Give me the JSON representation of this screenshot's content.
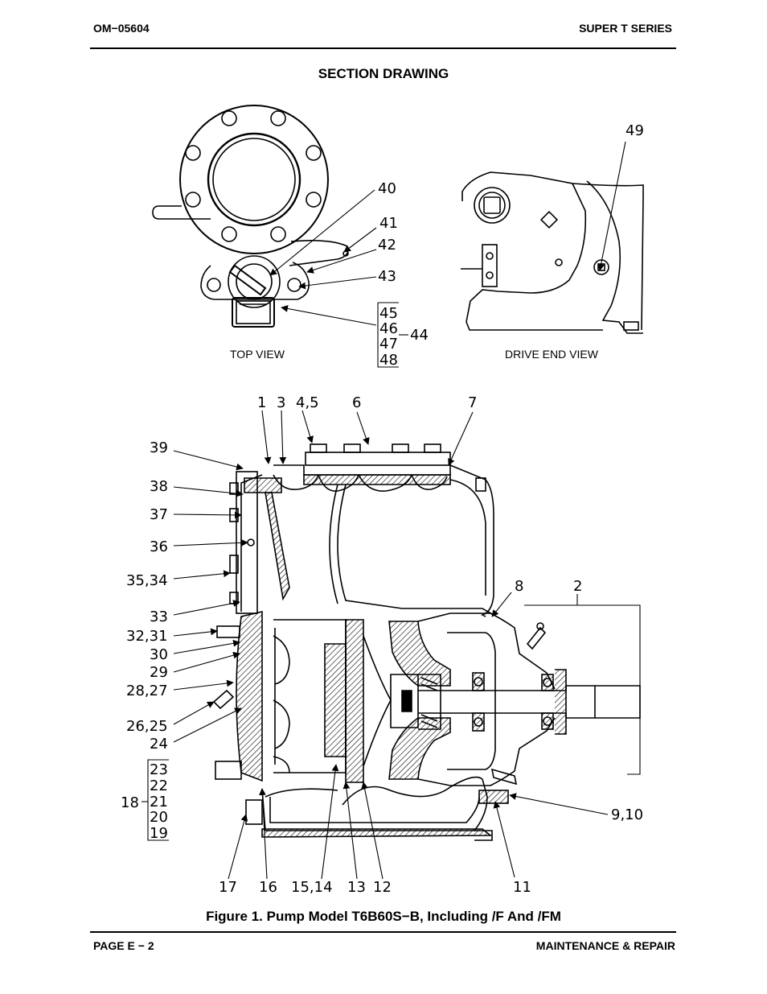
{
  "header": {
    "doc_number": "OM−05604",
    "series": "SUPER T SERIES"
  },
  "section_title": "SECTION DRAWING",
  "views": {
    "top_view": "TOP VIEW",
    "drive_end_view": "DRIVE END VIEW"
  },
  "callouts": {
    "c1": "1",
    "c2": "2",
    "c3": "3",
    "c4_5": "4,5",
    "c6": "6",
    "c7": "7",
    "c8": "8",
    "c9_10": "9,10",
    "c11": "11",
    "c12": "12",
    "c13": "13",
    "c15_14": "15,14",
    "c16": "16",
    "c17": "17",
    "c18": "18",
    "c19": "19",
    "c20": "20",
    "c21": "21",
    "c22": "22",
    "c23": "23",
    "c24": "24",
    "c26_25": "26,25",
    "c28_27": "28,27",
    "c29": "29",
    "c30": "30",
    "c32_31": "32,31",
    "c33": "33",
    "c35_34": "35,34",
    "c36": "36",
    "c37": "37",
    "c38": "38",
    "c39": "39",
    "c40": "40",
    "c41": "41",
    "c42": "42",
    "c43": "43",
    "c44": "44",
    "c45": "45",
    "c46": "46",
    "c47": "47",
    "c48": "48",
    "c49": "49"
  },
  "caption": "Figure 1. Pump Model T6B60S−B, Including /F And /FM",
  "footer": {
    "page": "PAGE E − 2",
    "section": "MAINTENANCE & REPAIR"
  }
}
